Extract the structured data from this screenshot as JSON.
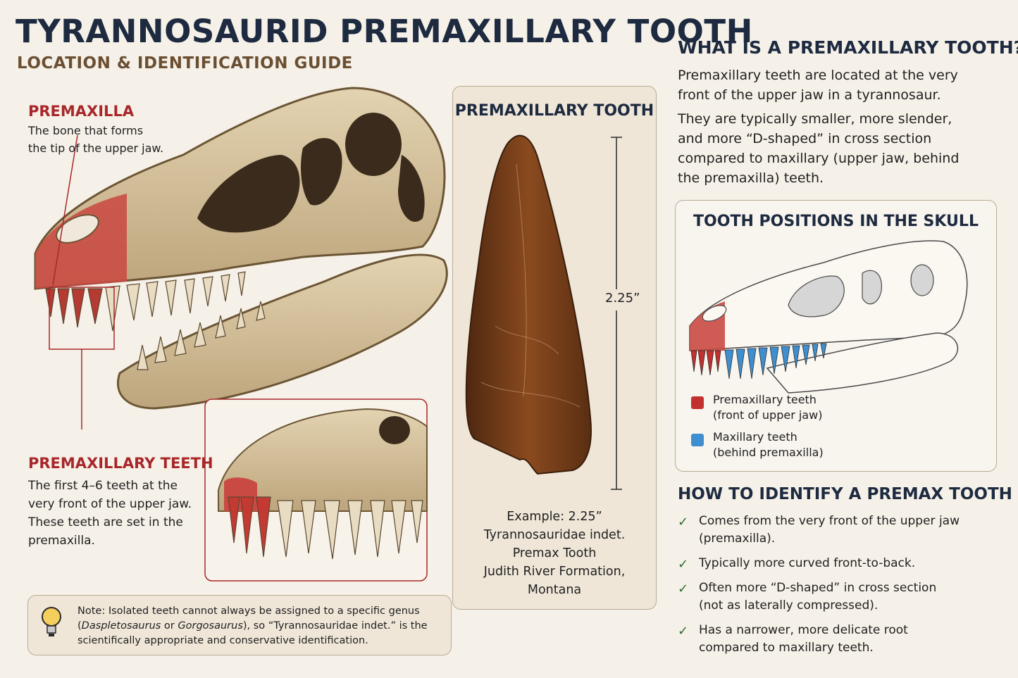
{
  "header": {
    "title": "TYRANNOSAURID PREMAXILLARY TOOTH",
    "subtitle": "LOCATION & IDENTIFICATION GUIDE"
  },
  "premaxilla": {
    "heading": "PREMAXILLA",
    "desc_line1": "The bone that forms",
    "desc_line2": "the tip of the upper jaw."
  },
  "premax_teeth": {
    "heading": "PREMAXILLARY TEETH",
    "lines": [
      "The first 4–6 teeth at the",
      "very front of the upper jaw.",
      "These teeth are set in the",
      "premaxilla."
    ]
  },
  "note": {
    "prefix": "Note: Isolated teeth cannot always be assigned to a specific genus",
    "open_paren": "(",
    "genus1": "Daspletosaurus",
    "or": " or ",
    "genus2": "Gorgosaurus",
    "rest": "), so “Tyrannosauridae indet.” is the",
    "line3": "scientifically appropriate and conservative identification."
  },
  "tooth_card": {
    "heading": "PREMAXILLARY TOOTH",
    "measurement": "2.25”",
    "caption": [
      "Example: 2.25”",
      "Tyrannosauridae indet.",
      "Premax Tooth",
      "Judith River Formation,",
      "Montana"
    ]
  },
  "what_is": {
    "heading": "WHAT IS A PREMAXILLARY TOOTH?",
    "p1": [
      "Premaxillary teeth are located at the very",
      "front of the upper jaw in a tyrannosaur."
    ],
    "p2": [
      "They are typically smaller, more slender,",
      "and more “D-shaped” in cross section",
      "compared to maxillary (upper jaw, behind",
      "the premaxilla) teeth."
    ]
  },
  "positions": {
    "heading": "TOOTH POSITIONS IN THE SKULL",
    "legend": [
      {
        "label": "Premaxillary teeth",
        "sub": "(front of upper jaw)",
        "color": "#c2302f"
      },
      {
        "label": "Maxillary teeth",
        "sub": "(behind premaxilla)",
        "color": "#3f8fd0"
      }
    ]
  },
  "identify": {
    "heading": "HOW TO IDENTIFY A PREMAX TOOTH",
    "items": [
      [
        "Comes from the very front of the upper jaw",
        "(premaxilla)."
      ],
      [
        "Typically more curved front-to-back."
      ],
      [
        "Often more “D-shaped” in cross section",
        "(not as laterally compressed)."
      ],
      [
        "Has a narrower, more delicate root",
        "compared to maxillary teeth."
      ]
    ]
  },
  "colors": {
    "title": "#1d2a40",
    "subtitle": "#6b4f33",
    "accent_red": "#a8272a",
    "bone": "#d9c7a3",
    "premax_red": "#c94a42",
    "tooth_brown": "#6e3a17",
    "maxillary_blue": "#3f8fd0"
  }
}
